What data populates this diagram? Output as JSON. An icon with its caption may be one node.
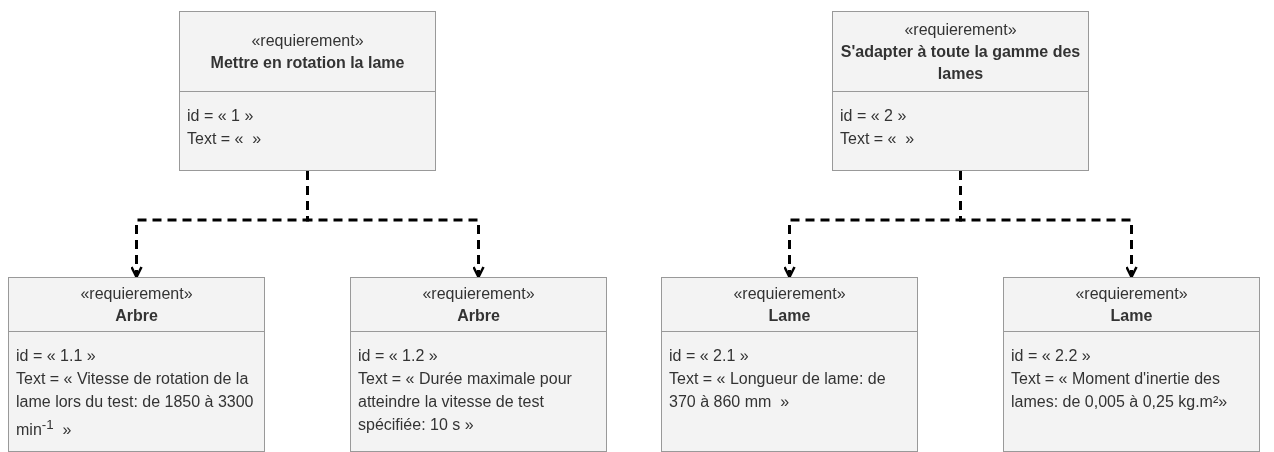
{
  "diagram": {
    "nodes": [
      {
        "text": [
          "«requierement»",
          "Mettre en rotation la lame",
          "id = « 1 »",
          "Text = «  »"
        ]
      },
      {
        "text": [
          "«requierement»",
          "Arbre",
          "id = « 1.1 »",
          "Text = « Vitesse de rotation de la lame lors du test: de 1850 à 3300 min$^{-1}$  »"
        ]
      },
      {
        "text": [
          "«requierement»",
          "Arbre",
          "id = « 1.2 »",
          "Text = « Durée maximale pour atteindre la vitesse de test spécifiée: 10 s »"
        ]
      },
      {
        "text": [
          "«requierement»",
          "S'adapter à toute la gamme des lames",
          "id = « 2 »",
          "Text = «  »"
        ]
      },
      {
        "text": [
          "«requierement»",
          "Lame",
          "id = « 2.1 »",
          "Text = « Longueur de lame: de 370 à 860 mm  »"
        ]
      },
      {
        "text": [
          "«requierement»",
          "Lame",
          "id = « 2.2 »",
          "Text = « Moment d'inertie des lames: de 0,005 à 0,25 kg.m²»"
        ]
      }
    ],
    "edges": [
      {
        "from": 0,
        "to": 1,
        "arrow": "to",
        "style": "dashed"
      },
      {
        "from": 0,
        "to": 2,
        "arrow": "to",
        "style": "dashed"
      },
      {
        "from": 3,
        "to": 4,
        "arrow": "to",
        "style": "dashed"
      },
      {
        "from": 3,
        "to": 5,
        "arrow": "to",
        "style": "dashed"
      }
    ]
  }
}
